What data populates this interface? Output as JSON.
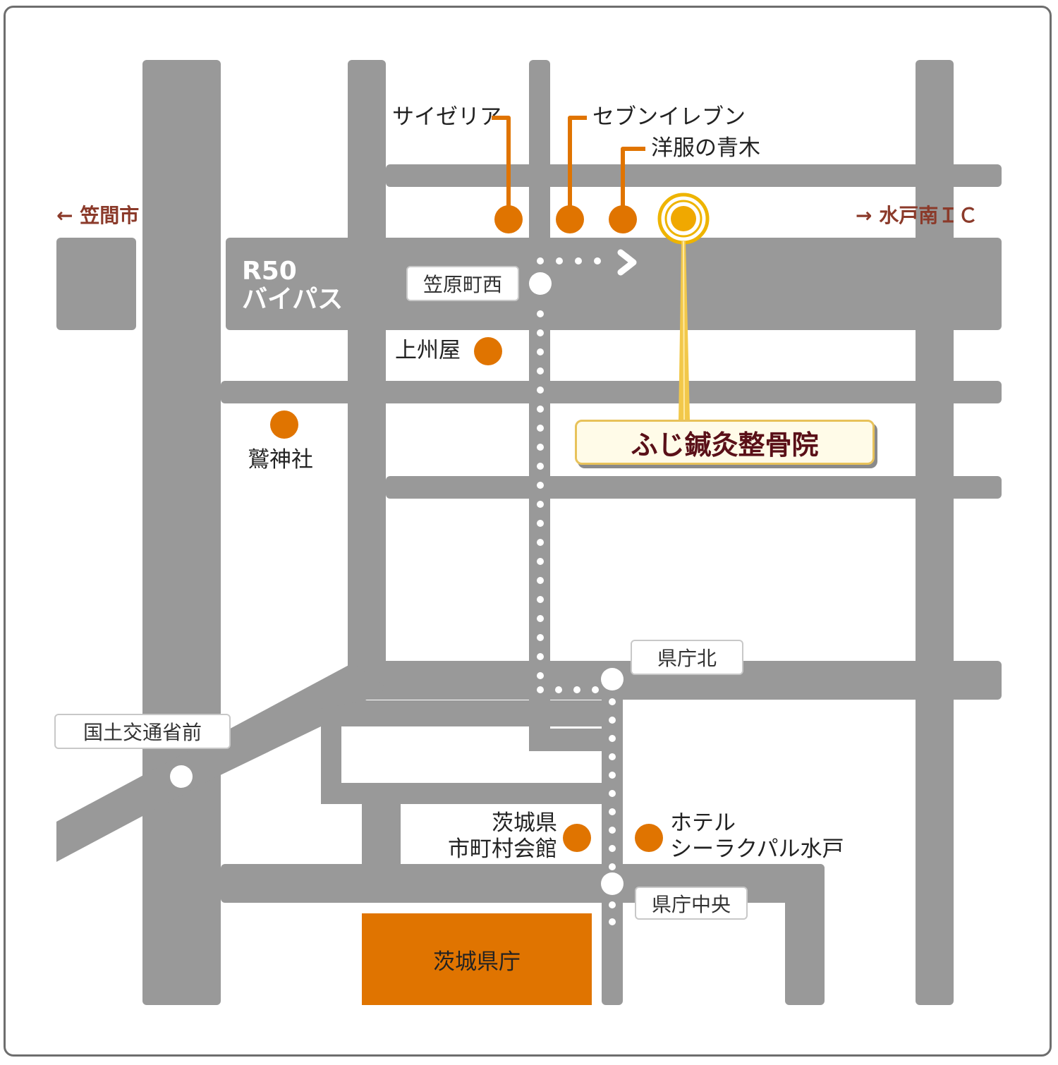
{
  "directions": {
    "west": "← 笠間市",
    "east": "→ 水戸南ＩＣ"
  },
  "route": {
    "line1": "R50",
    "line2": "バイパス"
  },
  "bus_stops": [
    "笠原町西",
    "県庁北",
    "国土交通省前",
    "県庁中央"
  ],
  "landmarks": {
    "saizeriya": "サイゼリア",
    "seven_eleven": "セブンイレブン",
    "aoki": "洋服の青木",
    "joshuya": "上州屋",
    "shrine": "鷲神社",
    "kaikan_line1": "茨城県",
    "kaikan_line2": "市町村会館",
    "hotel_line1": "ホテル",
    "hotel_line2": "シーラクパル水戸",
    "prefectural_office": "茨城県庁"
  },
  "destination": {
    "name": "ふじ鍼灸整骨院"
  },
  "colors": {
    "road": "#999999",
    "marker": "#e07400",
    "destination_marker": "#f0a800",
    "direction_text": "#8b3a2a",
    "destination_text": "#5a1018"
  },
  "icons": {
    "landmark": "orange-dot-icon",
    "destination": "target-marker-icon",
    "bus_stop": "white-dot-icon",
    "direction": "chevron-right-icon"
  }
}
